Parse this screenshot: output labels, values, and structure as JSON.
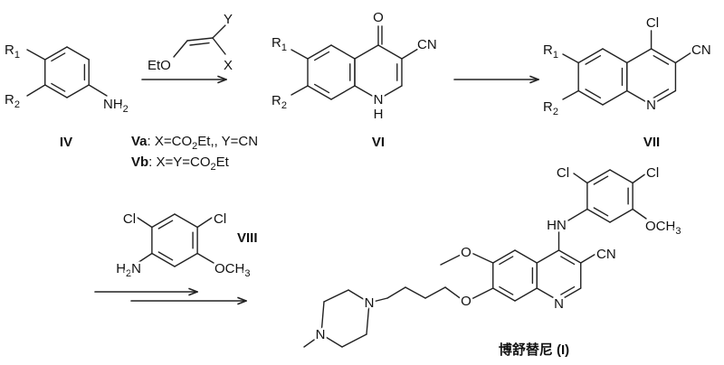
{
  "scheme": {
    "IV": {
      "label": "IV",
      "r1": "R",
      "r1_sub": "1",
      "r2": "R",
      "r2_sub": "2",
      "nh2": "NH",
      "nh2_sub": "2"
    },
    "reagent_V": {
      "eto": "EtO",
      "x": "X",
      "y": "Y"
    },
    "Va": {
      "label": "Va",
      "text1": ":  X=CO",
      "sub": "2",
      "text2": "Et,, Y=CN"
    },
    "Vb": {
      "label": "Vb",
      "text1": ":  X=Y=CO",
      "sub": "2",
      "text2": "Et"
    },
    "VI": {
      "label": "VI",
      "r1": "R",
      "r1_sub": "1",
      "r2": "R",
      "r2_sub": "2",
      "o": "O",
      "cn": "CN",
      "n": "N",
      "h": "H"
    },
    "VII": {
      "label": "VII",
      "r1": "R",
      "r1_sub": "1",
      "r2": "R",
      "r2_sub": "2",
      "cl": "Cl",
      "cn": "CN",
      "n": "N"
    },
    "VIII": {
      "label": "VIII",
      "cl1": "Cl",
      "cl2": "Cl",
      "h2n_h": "H",
      "h2n_sub": "2",
      "h2n_n": "N",
      "och3": "OCH",
      "och3_sub": "3"
    },
    "product": {
      "label": "博舒替尼 (I)",
      "cl1": "Cl",
      "cl2": "Cl",
      "hn": "HN",
      "och3": "OCH",
      "och3_sub": "3",
      "cn": "CN",
      "n_quin": "N",
      "o_methoxy": "O",
      "o_chain": "O",
      "n_pip1": "N",
      "n_pip4": "N"
    }
  },
  "colors": {
    "ink": "#111111",
    "background": "#ffffff"
  }
}
